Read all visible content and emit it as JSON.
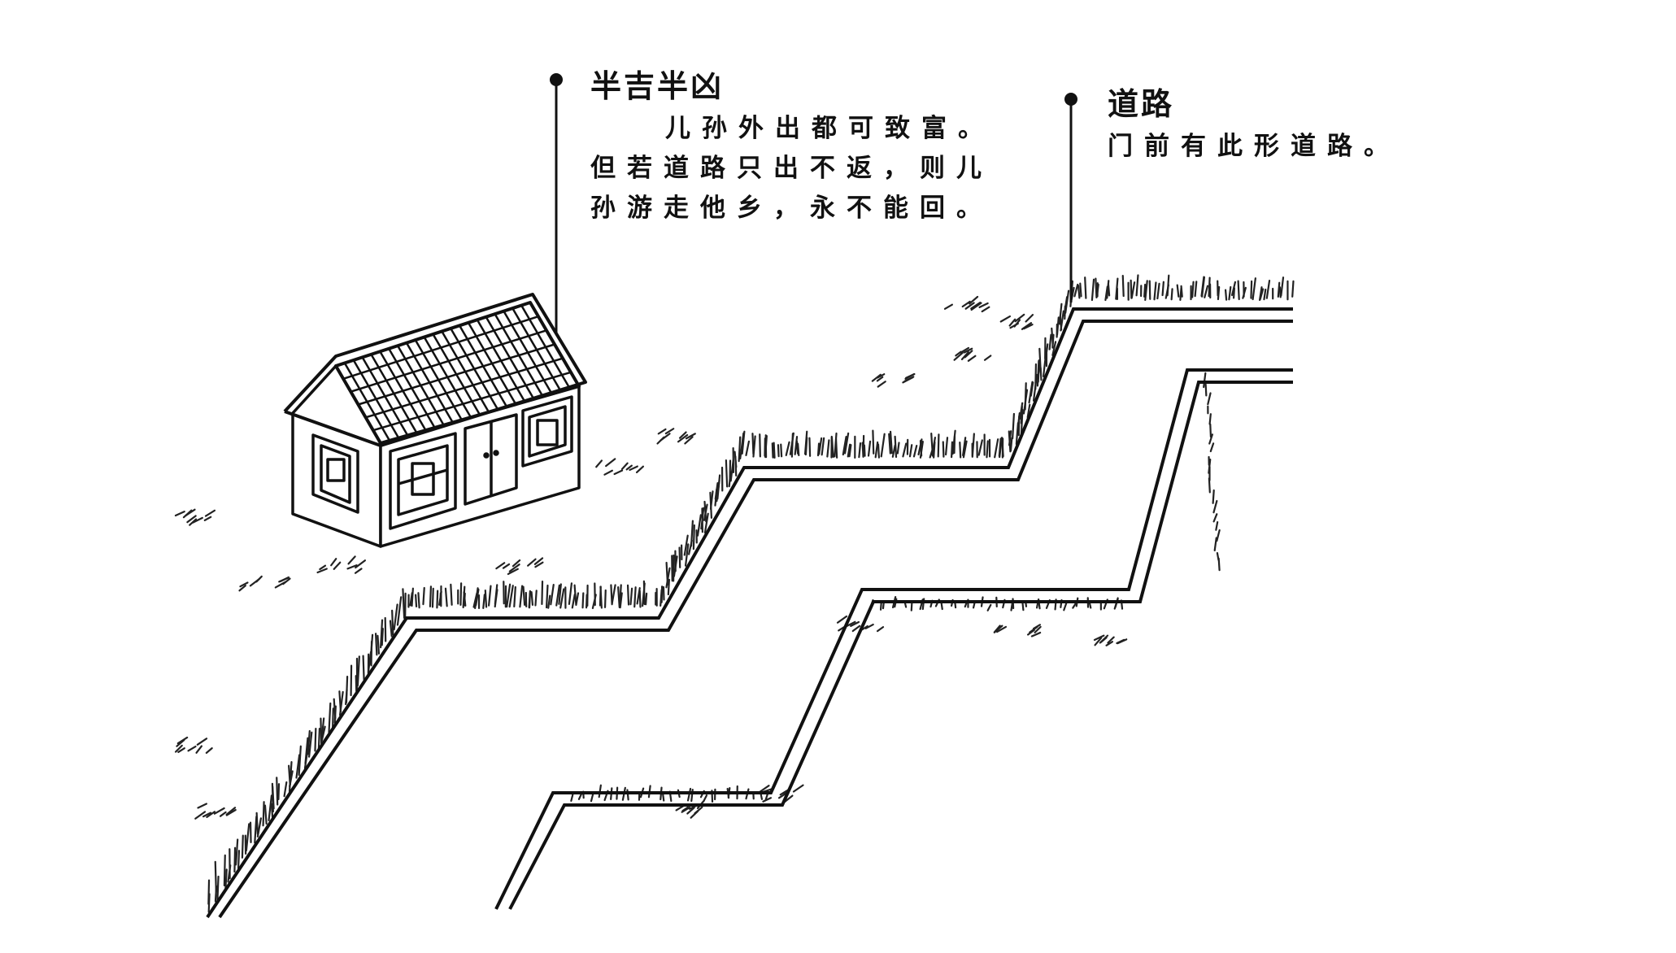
{
  "callouts": {
    "left": {
      "title": "半吉半凶",
      "lines": [
        "儿孙外出都可致富。",
        "但若道路只出不返，则儿",
        "孙游走他乡，永不能回。"
      ]
    },
    "right": {
      "title": "道路",
      "lines": [
        "门前有此形道路。"
      ]
    }
  },
  "colors": {
    "ink": "#111111",
    "paper": "#ffffff",
    "grass": "#222222"
  },
  "icons": {
    "house": "house-icon",
    "marker": "pin-marker-icon"
  }
}
